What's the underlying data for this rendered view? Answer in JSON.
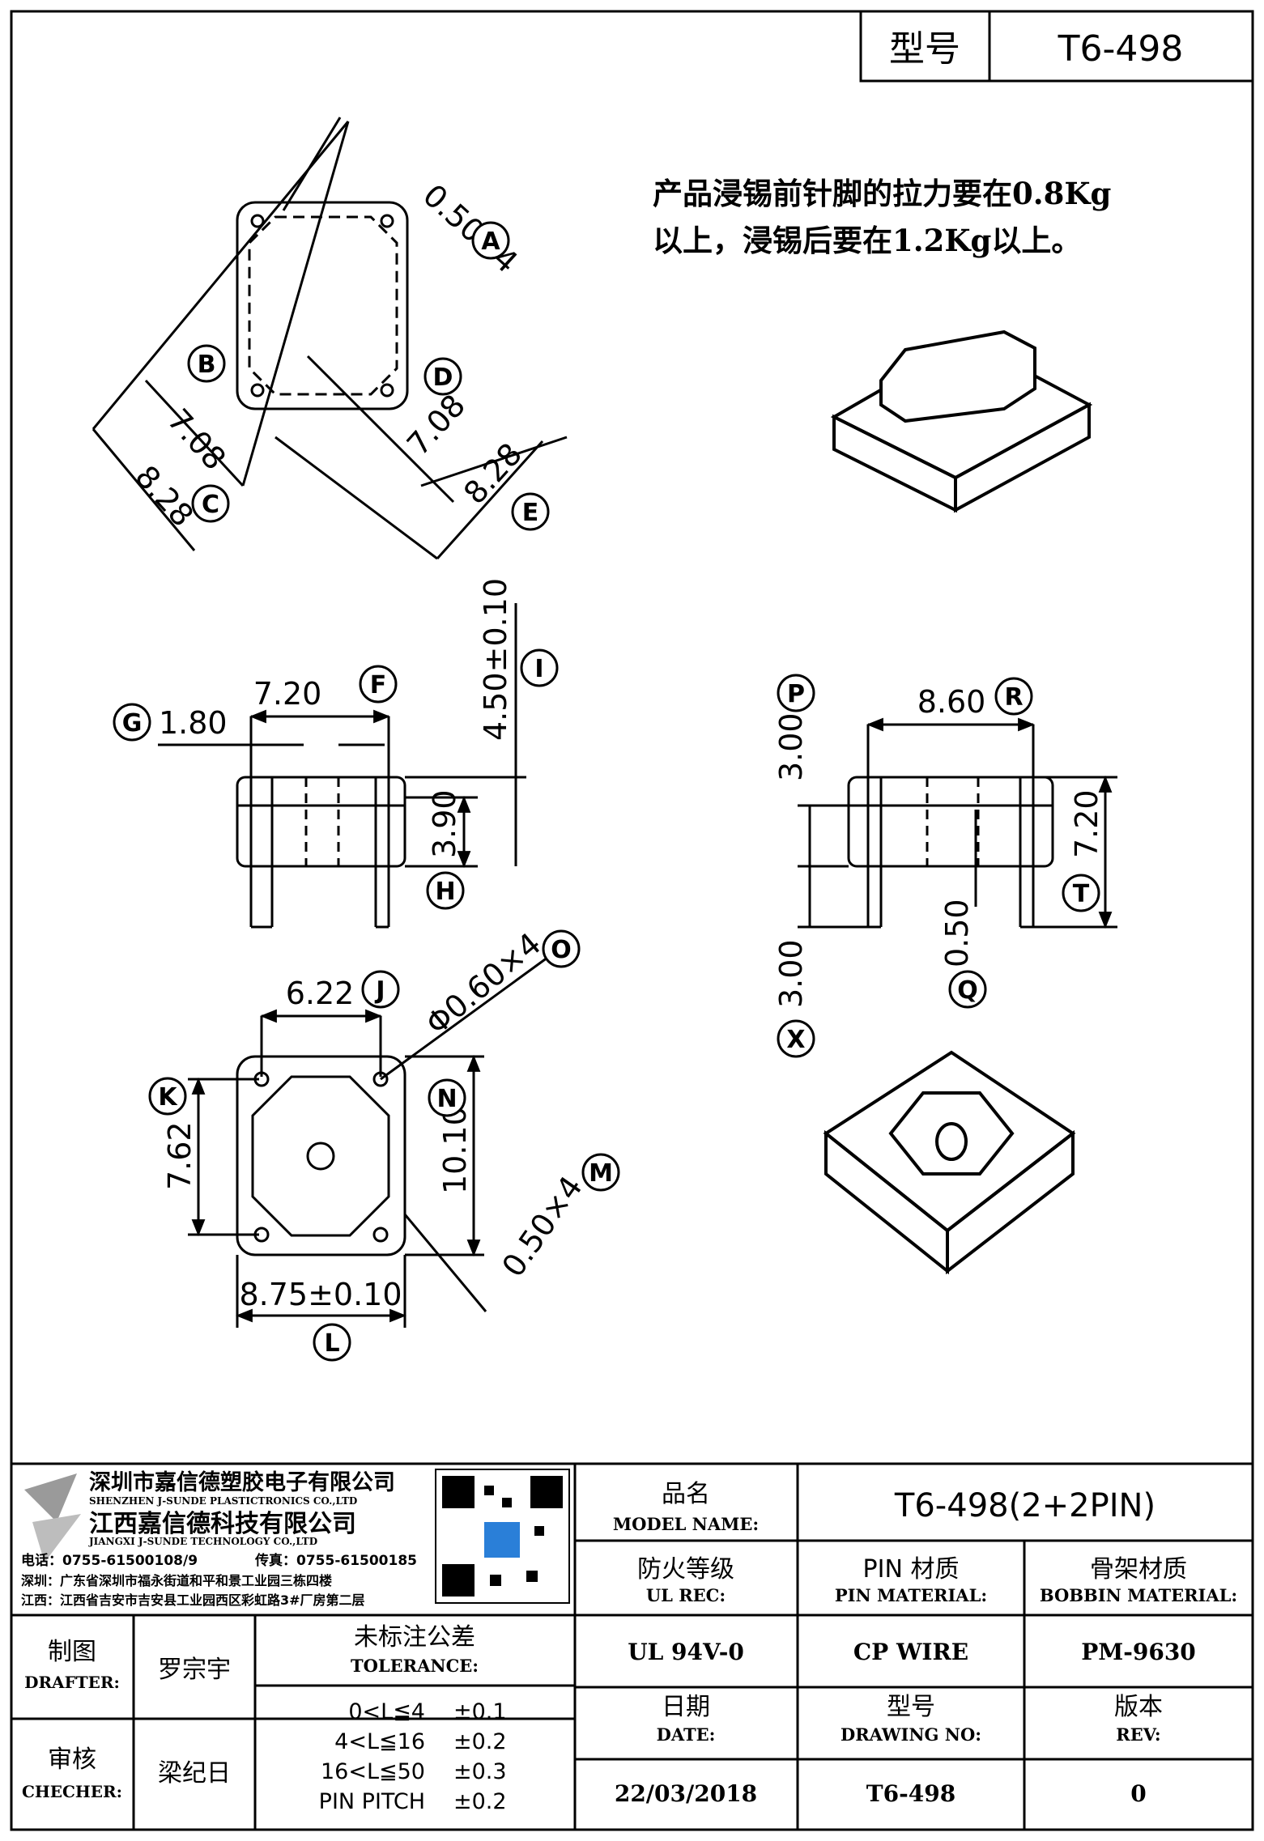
{
  "header": {
    "model_label": "型号",
    "model_value": "T6-498"
  },
  "note": {
    "line1": "产品浸锡前针脚的拉力要在0.8Kg",
    "line2": "以上，浸锡后要在1.2Kg以上。"
  },
  "top_view": {
    "pin_slot": "0.50×4",
    "inner_left": "7.08",
    "outer_left": "8.28",
    "inner_right": "7.08",
    "outer_right": "8.28",
    "markers": [
      "A",
      "B",
      "C",
      "D",
      "E"
    ]
  },
  "front_view": {
    "width": "7.20",
    "slot": "1.80",
    "body_height": "3.90",
    "total_height": "4.50±0.10",
    "markers": [
      "F",
      "G",
      "H",
      "I"
    ]
  },
  "side_view": {
    "width": "8.60",
    "top_gap": "3.00",
    "bottom_gap": "3.00",
    "pin_width": "0.50",
    "total_height": "7.20",
    "markers": [
      "P",
      "R",
      "Q",
      "T",
      "X"
    ]
  },
  "bottom_view": {
    "pin_spacing_x": "6.22",
    "pin_hole": "Φ0.60×4",
    "pin_spacing_y": "7.62",
    "height": "10.10",
    "width": "8.75±0.10",
    "slot": "0.50×4",
    "markers": [
      "J",
      "O",
      "K",
      "N",
      "M",
      "L"
    ]
  },
  "title_block": {
    "company_cn_1": "深圳市嘉信德塑胶电子有限公司",
    "company_en_1": "SHENZHEN J-SUNDE PLASTICTRONICS CO.,LTD",
    "company_cn_2": "江西嘉信德科技有限公司",
    "company_en_2": "JIANGXI J-SUNDE TECHNOLOGY CO.,LTD",
    "tel": "电话：0755-61500108/9",
    "fax": "传真：0755-61500185",
    "addr_sz": "深圳：广东省深圳市福永街道和平和景工业园三栋四楼",
    "addr_jx": "江西：江西省吉安市吉安县工业园西区彩虹路3#厂房第二层",
    "model_name_cn": "品名",
    "model_name_en": "MODEL NAME:",
    "model_name_value": "T6-498(2+2PIN)",
    "ul_cn": "防火等级",
    "ul_en": "UL REC:",
    "pin_mat_cn": "PIN 材质",
    "pin_mat_en": "PIN MATERIAL:",
    "bobbin_mat_cn": "骨架材质",
    "bobbin_mat_en": "BOBBIN MATERIAL:",
    "drafter_cn": "制图",
    "drafter_en": "DRAFTER:",
    "drafter_name": "罗宗宇",
    "tol_cn": "未标注公差",
    "tol_en": "TOLERANCE:",
    "ul_value": "UL 94V-0",
    "pin_value": "CP WIRE",
    "bobbin_value": "PM-9630",
    "checker_cn": "审核",
    "checker_en": "CHECHER:",
    "checker_name": "梁纪日",
    "tolerances": [
      {
        "range": "0<L≦4",
        "value": "±0.1"
      },
      {
        "range": "4<L≦16",
        "value": "±0.2"
      },
      {
        "range": "16<L≦50",
        "value": "±0.3"
      },
      {
        "range": "PIN PITCH",
        "value": "±0.2"
      }
    ],
    "date_cn": "日期",
    "date_en": "DATE:",
    "drawing_cn": "型号",
    "drawing_en": "DRAWING NO:",
    "rev_cn": "版本",
    "rev_en": "REV:",
    "date_value": "22/03/2018",
    "drawing_value": "T6-498",
    "rev_value": "0"
  }
}
